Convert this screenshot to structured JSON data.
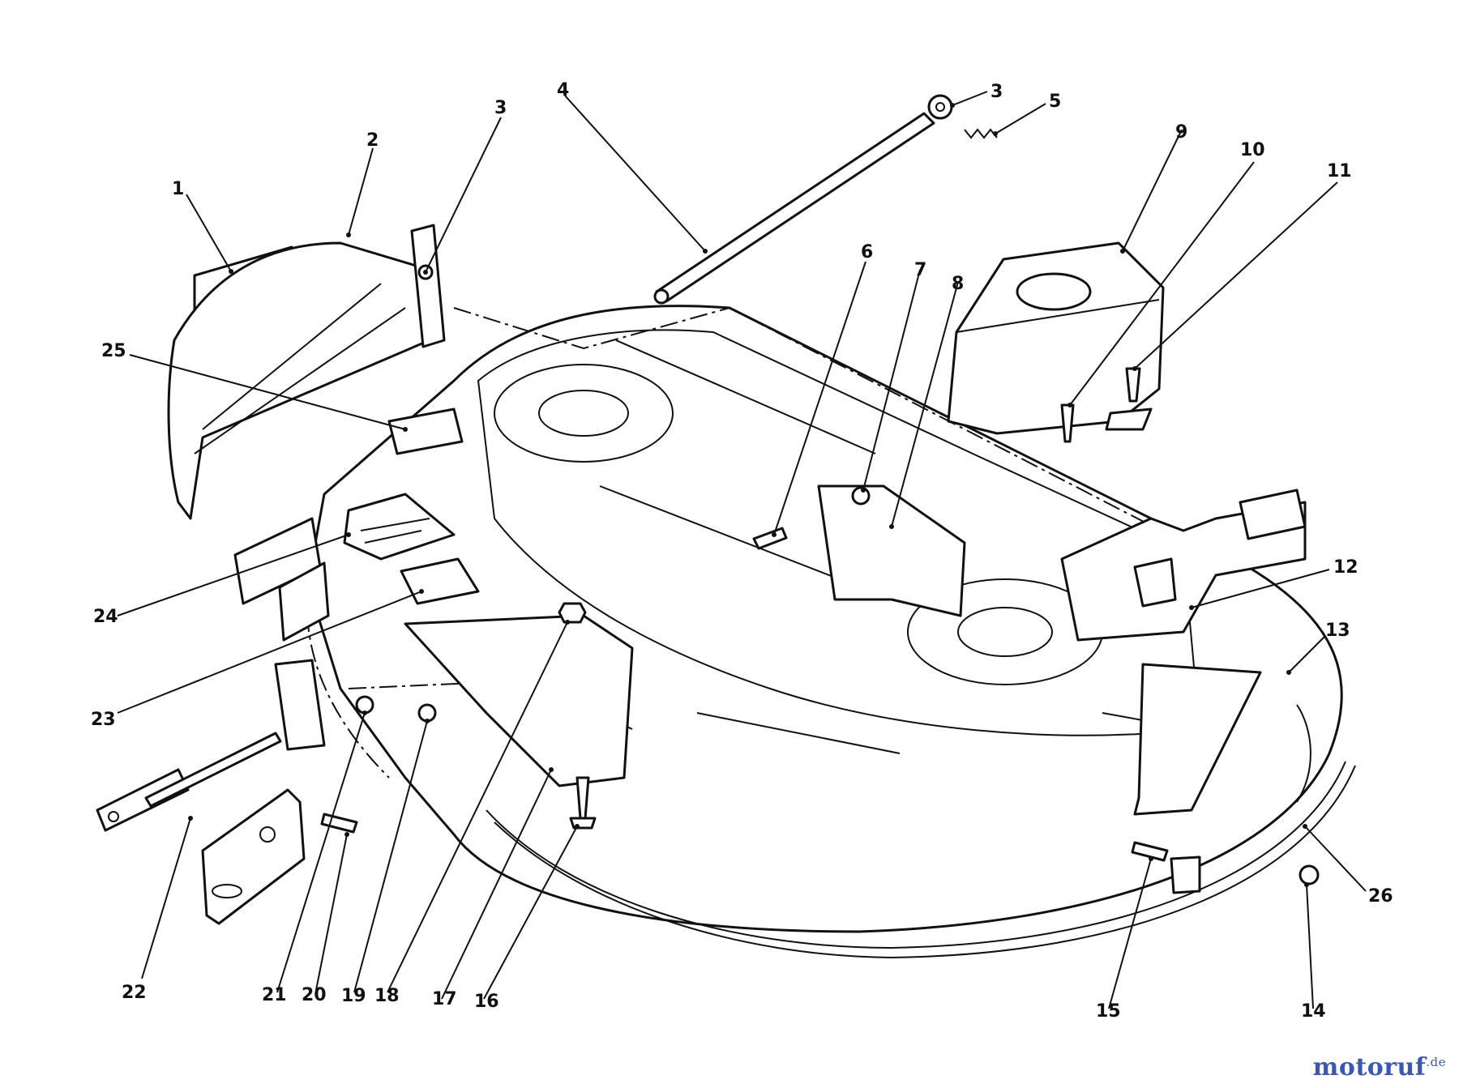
{
  "labels": [
    {
      "id": "p1",
      "text": "1"
    },
    {
      "id": "p2",
      "text": "2"
    },
    {
      "id": "p3a",
      "text": "3"
    },
    {
      "id": "p3b",
      "text": "3"
    },
    {
      "id": "p4",
      "text": "4"
    },
    {
      "id": "p5",
      "text": "5"
    },
    {
      "id": "p6",
      "text": "6"
    },
    {
      "id": "p7",
      "text": "7"
    },
    {
      "id": "p8",
      "text": "8"
    },
    {
      "id": "p9",
      "text": "9"
    },
    {
      "id": "p10",
      "text": "10"
    },
    {
      "id": "p11",
      "text": "11"
    },
    {
      "id": "p12",
      "text": "12"
    },
    {
      "id": "p13",
      "text": "13"
    },
    {
      "id": "p14",
      "text": "14"
    },
    {
      "id": "p15",
      "text": "15"
    },
    {
      "id": "p16",
      "text": "16"
    },
    {
      "id": "p17",
      "text": "17"
    },
    {
      "id": "p18",
      "text": "18"
    },
    {
      "id": "p19",
      "text": "19"
    },
    {
      "id": "p20",
      "text": "20"
    },
    {
      "id": "p21",
      "text": "21"
    },
    {
      "id": "p22",
      "text": "22"
    },
    {
      "id": "p23",
      "text": "23"
    },
    {
      "id": "p24",
      "text": "24"
    },
    {
      "id": "p25",
      "text": "25"
    },
    {
      "id": "p26",
      "text": "26"
    }
  ],
  "watermark": {
    "name": "motoruf",
    "tld": ".de",
    "color": "#3a57b8"
  }
}
